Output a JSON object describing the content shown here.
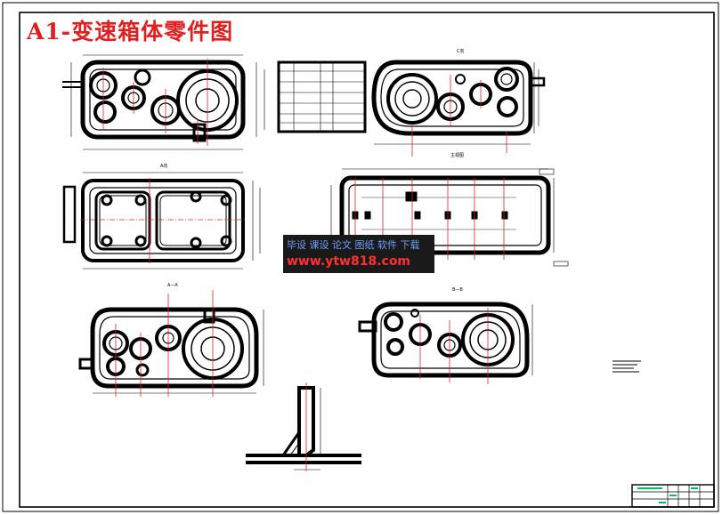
{
  "title": "A1-变速箱体零件图",
  "watermark": {
    "line1": "毕设 课设 论文 图纸 软件 下载",
    "url": "www.ytw818.com"
  },
  "view_labels": {
    "a": "A向",
    "b": "主视图",
    "c": "A—A",
    "d": "B—B",
    "e": "C向"
  },
  "colors": {
    "title": "#e02020",
    "outline": "#000000",
    "centerline": "#e02020",
    "dimension": "#000000",
    "watermark_bg": "#1a1a1a",
    "watermark_text": "#6aa0ff",
    "watermark_url": "#ff3030",
    "titleblock_accent": "#00c060"
  }
}
